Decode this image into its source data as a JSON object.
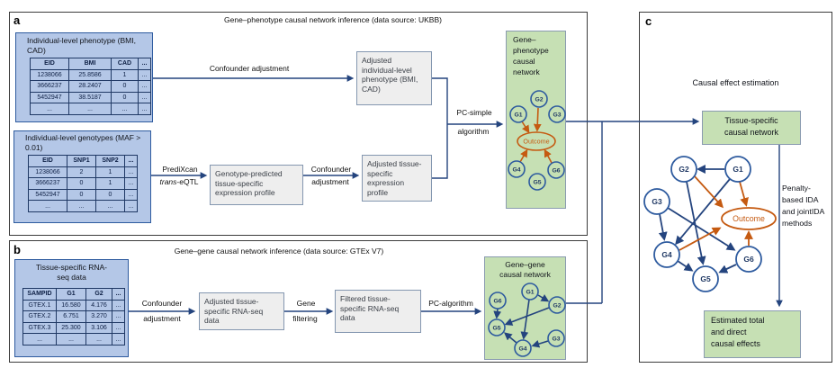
{
  "colors": {
    "blue_fill": "#b4c7e7",
    "blue_border": "#2e5b9f",
    "table_border": "#1f3864",
    "green_fill": "#c6e0b4",
    "gray_fill": "#eeeeee",
    "gray_border": "#8497b0",
    "arrow_navy": "#24447e",
    "node_stroke": "#2e5b9f",
    "orange": "#c55a11",
    "panel_border": "#3c3c3c"
  },
  "panel_a": {
    "label": "a",
    "title": "Gene–phenotype causal network inference (data source: UKBB)",
    "phenotype_box": {
      "title": "Individual-level phenotype (BMI, CAD)",
      "table": {
        "headers": [
          "EID",
          "BMI",
          "CAD",
          "..."
        ],
        "rows": [
          [
            "1238066",
            "25.8586",
            "1",
            "..."
          ],
          [
            "3666237",
            "28.2407",
            "0",
            "..."
          ],
          [
            "5452947",
            "38.5187",
            "0",
            "..."
          ],
          [
            "...",
            "...",
            "...",
            "..."
          ]
        ]
      }
    },
    "genotype_box": {
      "title": "Individual-level genotypes (MAF > 0.01)",
      "table": {
        "headers": [
          "EID",
          "SNP1",
          "SNP2",
          "..."
        ],
        "rows": [
          [
            "1238066",
            "2",
            "1",
            "..."
          ],
          [
            "3666237",
            "0",
            "1",
            "..."
          ],
          [
            "5452947",
            "0",
            "0",
            "..."
          ],
          [
            "...",
            "...",
            "...",
            "..."
          ]
        ]
      }
    },
    "flow": {
      "confounder1": "Confounder adjustment",
      "predixcan": "PrediXcan",
      "trans_italic": "trans",
      "trans_rest": "-eQTL",
      "genotype_predicted_box": "Genotype-predicted tissue-specific expression profile",
      "conf2_line1": "Confounder",
      "conf2_line2": "adjustment",
      "adjusted_phenotype_box": "Adjusted individual-level phenotype (BMI, CAD)",
      "adjusted_expression_box": "Adjusted tissue-specific expression profile",
      "pc_simple_line1": "PC-simple",
      "pc_simple_line2": "algorithm"
    },
    "network": {
      "title": "Gene–phenotype causal network",
      "outcome": "Outcome",
      "nodes": [
        "G1",
        "G2",
        "G3",
        "G4",
        "G5",
        "G6"
      ],
      "edges": [
        {
          "from": "G1",
          "to": "Outcome",
          "color": "orange"
        },
        {
          "from": "G2",
          "to": "Outcome",
          "color": "orange"
        },
        {
          "from": "G4",
          "to": "Outcome",
          "color": "orange"
        },
        {
          "from": "G6",
          "to": "Outcome",
          "color": "orange"
        }
      ]
    }
  },
  "panel_b": {
    "label": "b",
    "title": "Gene–gene causal network inference (data source: GTEx V7)",
    "rnaseq_box": {
      "title": "Tissue-specific RNA-seq data",
      "table": {
        "headers": [
          "SAMPID",
          "G1",
          "G2",
          "..."
        ],
        "rows": [
          [
            "GTEX.1",
            "16.580",
            "4.176",
            "..."
          ],
          [
            "GTEX.2",
            "6.751",
            "3.270",
            "..."
          ],
          [
            "GTEX.3",
            "25.300",
            "3.106",
            "..."
          ],
          [
            "...",
            "...",
            "...",
            "..."
          ]
        ]
      }
    },
    "flow": {
      "conf_line1": "Confounder",
      "conf_line2": "adjustment",
      "adjusted_rnaseq_box": "Adjusted tissue-specific RNA-seq data",
      "gene_line1": "Gene",
      "gene_line2": "filtering",
      "filtered_box": "Filtered tissue-specific RNA-seq data",
      "pc_algorithm": "PC-algorithm"
    },
    "network": {
      "title": "Gene–gene causal network",
      "nodes": [
        "G1",
        "G2",
        "G3",
        "G4",
        "G5",
        "G6"
      ],
      "edges": [
        {
          "from": "G1",
          "to": "G2",
          "color": "blue"
        },
        {
          "from": "G1",
          "to": "G4",
          "color": "blue"
        },
        {
          "from": "G2",
          "to": "G5",
          "color": "blue"
        },
        {
          "from": "G6",
          "to": "G5",
          "color": "blue"
        },
        {
          "from": "G3",
          "to": "G4",
          "color": "blue"
        },
        {
          "from": "G4",
          "to": "G5",
          "color": "blue"
        }
      ]
    }
  },
  "panel_c": {
    "label": "c",
    "title": "Causal effect estimation",
    "top_box": "Tissue-specific causal network",
    "method_label": "Penalty-based IDA and jointIDA methods",
    "bottom_box": "Estimated total and direct causal effects",
    "network": {
      "outcome": "Outcome",
      "nodes": [
        "G1",
        "G2",
        "G3",
        "G4",
        "G5",
        "G6"
      ],
      "edges_blue": [
        {
          "from": "G1",
          "to": "G2"
        },
        {
          "from": "G1",
          "to": "G4"
        },
        {
          "from": "G2",
          "to": "G5"
        },
        {
          "from": "G3",
          "to": "G4"
        },
        {
          "from": "G3",
          "to": "G6"
        },
        {
          "from": "G4",
          "to": "G5"
        },
        {
          "from": "G6",
          "to": "G5"
        }
      ],
      "edges_orange": [
        {
          "from": "G1",
          "to": "Outcome"
        },
        {
          "from": "G2",
          "to": "Outcome"
        },
        {
          "from": "G4",
          "to": "Outcome"
        },
        {
          "from": "G6",
          "to": "Outcome"
        }
      ]
    }
  }
}
